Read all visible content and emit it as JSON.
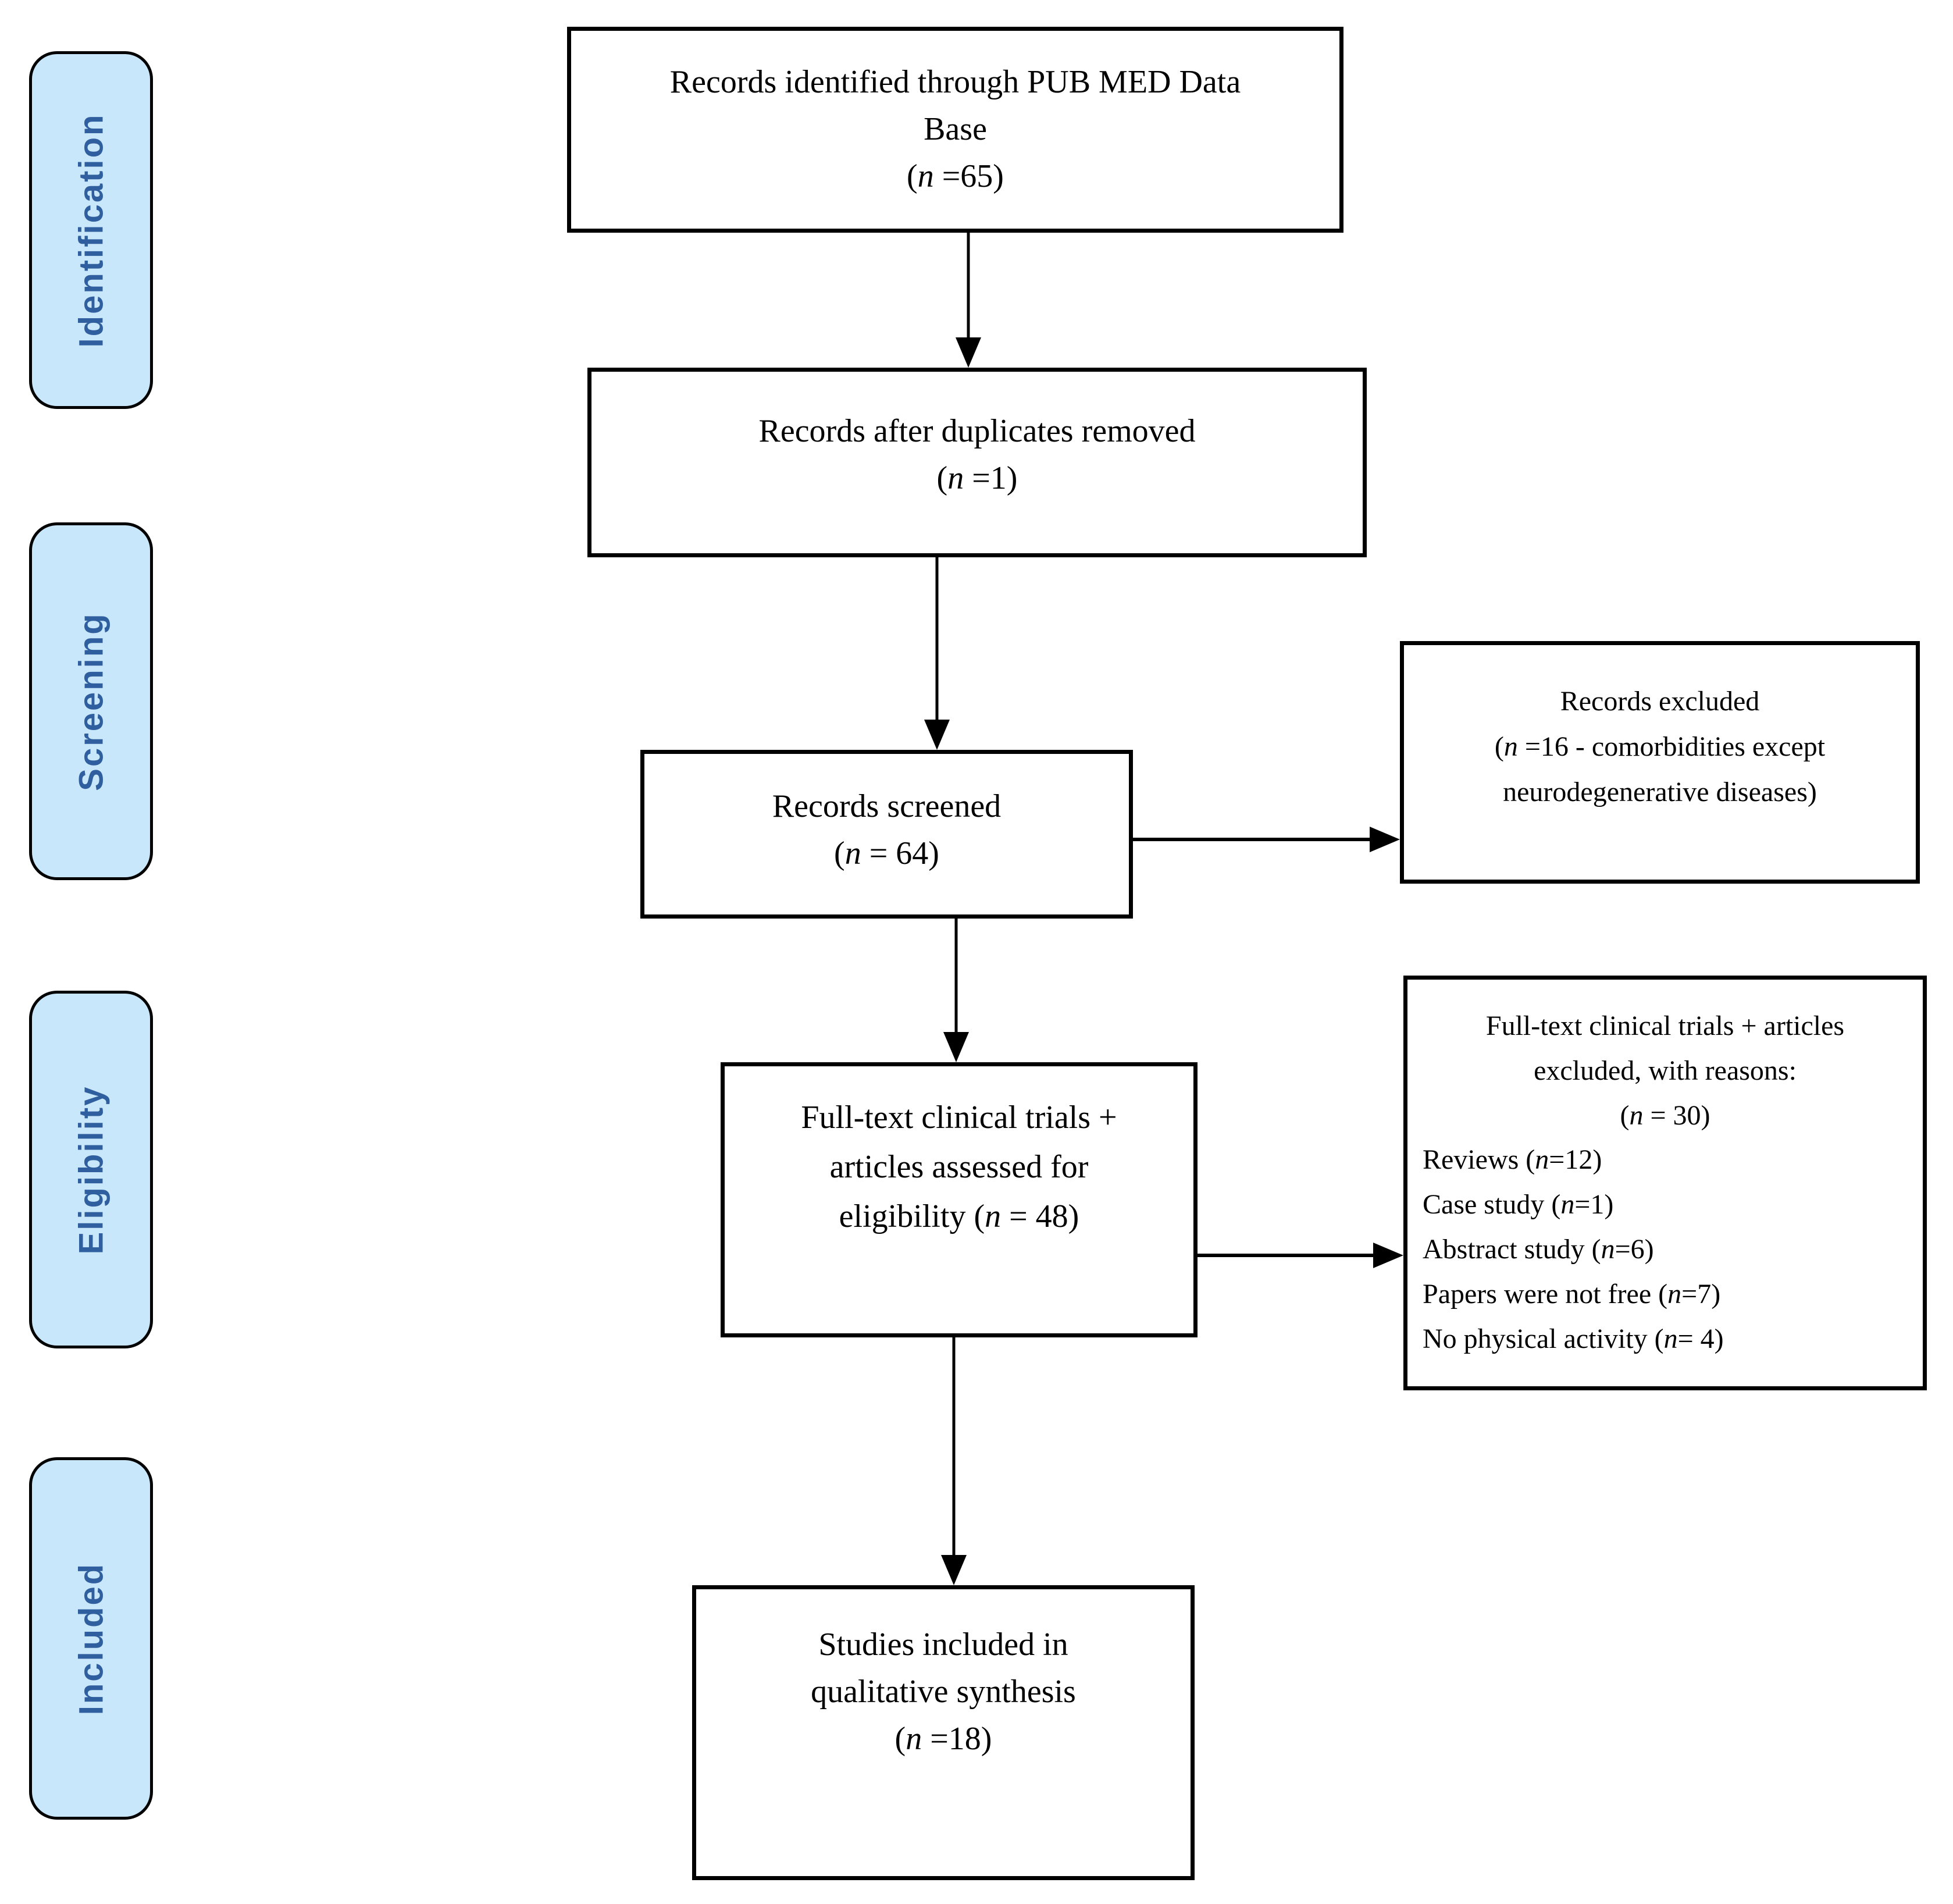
{
  "colors": {
    "stage_fill": "#C9E7FA",
    "stage_text": "#2F5F9E",
    "line_color": "#000000",
    "box_fill": "#FFFFFF"
  },
  "sidebar": {
    "stages": [
      {
        "label": "Identification"
      },
      {
        "label": "Screening"
      },
      {
        "label": "Eligibility"
      },
      {
        "label": "Included"
      }
    ]
  },
  "flow": {
    "identified": {
      "lines": [
        "Records identified through PUB MED Data",
        "Base",
        "(n =65)"
      ]
    },
    "duplicates_removed": {
      "lines": [
        "Records after duplicates removed",
        "(n =1)"
      ]
    },
    "screened": {
      "lines": [
        "Records screened",
        "(n = 64)"
      ]
    },
    "records_excluded": {
      "lines": [
        "Records excluded",
        "(n =16 - comorbidities except",
        "neurodegenerative diseases)"
      ]
    },
    "assessed": {
      "lines": [
        "Full-text clinical trials +",
        "articles assessed for",
        "eligibility (n = 48)"
      ]
    },
    "fulltext_excluded": {
      "lines_centered": [
        "Full-text clinical trials + articles",
        "excluded, with reasons:",
        "(n = 30)"
      ],
      "lines_left": [
        "Reviews (n=12)",
        "Case study (n=1)",
        "Abstract study (n=6)",
        "Papers were not free (n=7)",
        "No physical activity (n= 4)"
      ]
    },
    "included_studies": {
      "lines": [
        "Studies included in",
        "qualitative synthesis",
        "(n =18)"
      ]
    }
  }
}
